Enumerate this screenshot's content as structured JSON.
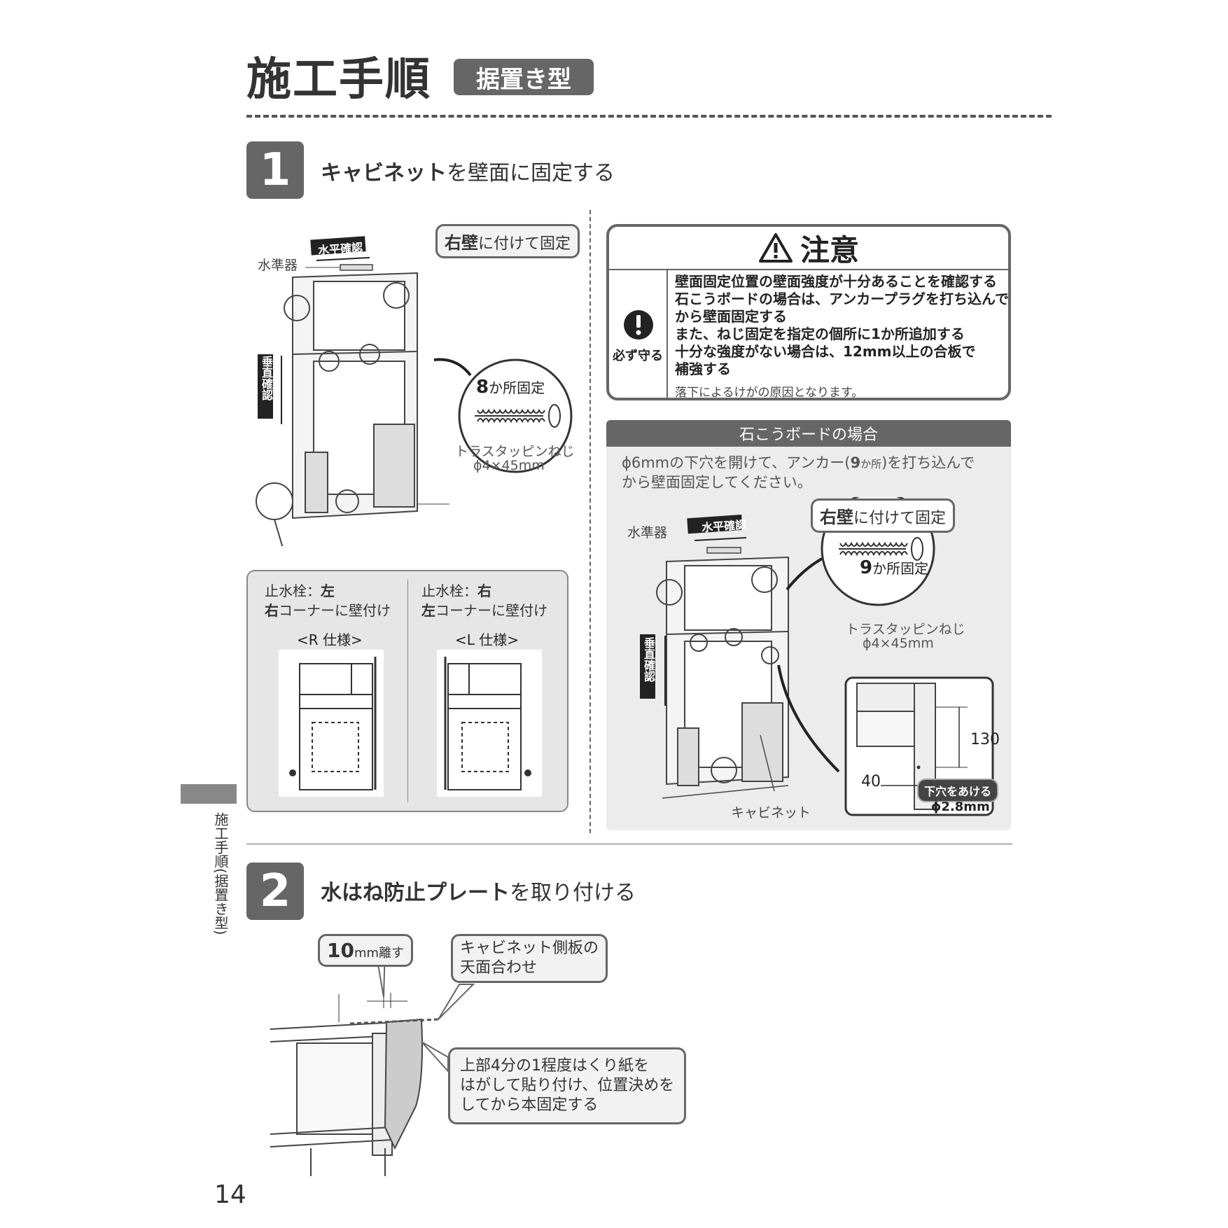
{
  "header": {
    "title": "施工手順",
    "tag": "据置き型"
  },
  "step1": {
    "number": "1",
    "title_bold": "キャビネット",
    "title_rest": "を壁面に固定する",
    "callout_bold": "右壁",
    "callout_rest": "に付けて固定",
    "level_label": "水平確認",
    "vertical_label": "垂直確認",
    "level_tool": "水準器",
    "screw_count_num": "8",
    "screw_count_rest": "か所固定",
    "screw_name": "トラスタッピンねじ",
    "screw_size": "ϕ4×45mm",
    "spec_r": {
      "line1_a": "止水栓：",
      "line1_b": "左",
      "line2_a": "右",
      "line2_b": "コーナーに壁付け",
      "label": "<R 仕様>"
    },
    "spec_l": {
      "line1_a": "止水栓：",
      "line1_b": "右",
      "line2_a": "左",
      "line2_b": "コーナーに壁付け",
      "label": "<L 仕様>"
    }
  },
  "caution": {
    "title": "注意",
    "must_label": "必ず守る",
    "lines": [
      "壁面固定位置の壁面強度が十分あることを確認する",
      "石こうボードの場合は、アンカープラグを打ち込んで",
      "から壁面固定する",
      "また、ねじ固定を指定の個所に1か所追加する",
      "十分な強度がない場合は、12mm以上の合板で",
      "補強する"
    ],
    "note": "落下によるけがの原因となります。"
  },
  "gypsum": {
    "heading": "石こうボードの場合",
    "text_line1_a": "ϕ6mmの下穴を開けて、アンカー(",
    "text_line1_b": "9",
    "text_line1_c": "か所",
    "text_line1_d": ")を打ち込んで",
    "text_line2": "から壁面固定してください。",
    "callout_bold": "右壁",
    "callout_rest": "に付けて固定",
    "level_label": "水平確認",
    "vertical_label": "垂直確認",
    "level_tool": "水準器",
    "screw_count_num": "9",
    "screw_count_rest": "か所固定",
    "screw_name": "トラスタッピンねじ",
    "screw_size": "ϕ4×45mm",
    "dim_vertical": "130",
    "dim_horizontal": "40",
    "pilot_label": "下穴をあける",
    "pilot_size": "ϕ2.8mm",
    "cabinet_label": "キャビネット"
  },
  "step2": {
    "number": "2",
    "title_bold": "水はね防止プレート",
    "title_rest": "を取り付ける",
    "gap_num": "10",
    "gap_rest": "mm離す",
    "align_line1": "キャビネット側板の",
    "align_line2": "天面合わせ",
    "note_line1": "上部4分の1程度はくり紙を",
    "note_line2": "はがして貼り付け、位置決めを",
    "note_line3": "してから本固定する"
  },
  "sidebar": {
    "label": "施工手順(据置き型)"
  },
  "page_number": "14"
}
